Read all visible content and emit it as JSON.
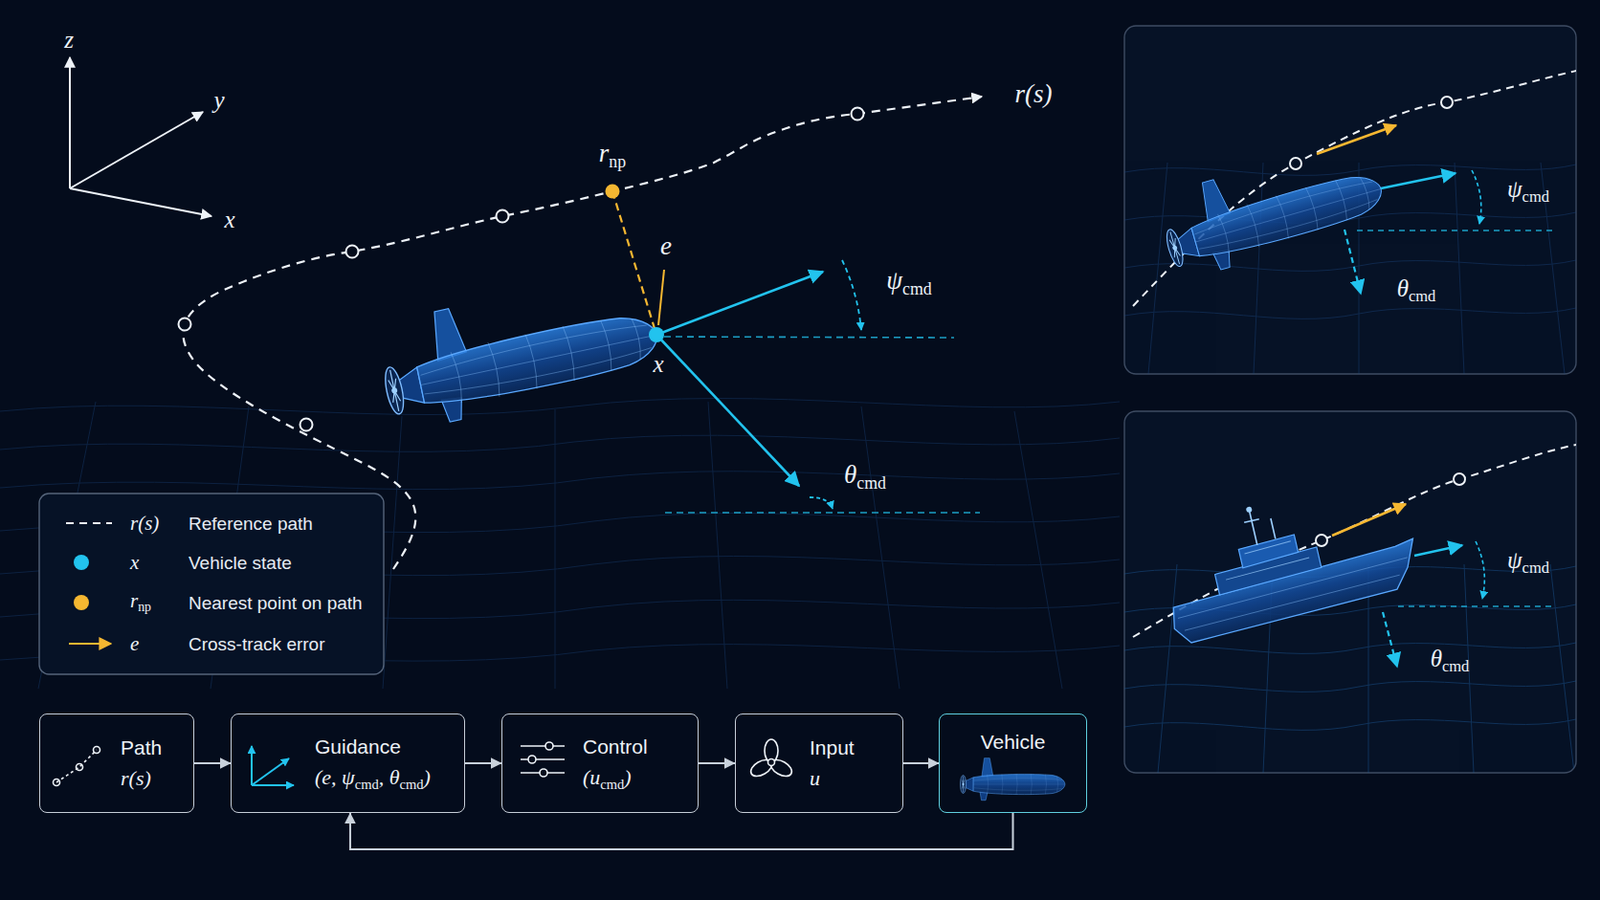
{
  "diagram": {
    "nodes": [
      {
        "text": [
          "Path",
          "r(s)"
        ]
      },
      {
        "text": [
          "Guidance",
          "(e, ψcmd, θcmd)"
        ]
      },
      {
        "text": [
          "Control",
          "(ucmd)"
        ]
      },
      {
        "text": [
          "Input",
          "u"
        ]
      },
      {
        "text": [
          "Vehicle"
        ]
      }
    ],
    "edges": [
      {
        "from": 0,
        "to": 1,
        "arrow": "to"
      },
      {
        "from": 1,
        "to": 2,
        "arrow": "to"
      },
      {
        "from": 2,
        "to": 3,
        "arrow": "to"
      },
      {
        "from": 3,
        "to": 4,
        "arrow": "to"
      },
      {
        "from": 4,
        "to": 1,
        "arrow": "to"
      }
    ],
    "labels": [
      "z",
      "y",
      "x",
      "r(s)",
      "rnp",
      "e",
      "x",
      "ψcmd",
      "θcmd",
      "r(s)",
      "x",
      "rnp",
      "e",
      "ψcmd",
      "θcmd",
      "ψcmd",
      "θcmd"
    ],
    "legend": [
      {
        "text": "Reference path"
      },
      {
        "text": "Vehicle state",
        "color": "#22c3ee"
      },
      {
        "text": "Nearest point on path",
        "color": "#f5b731"
      },
      {
        "text": "Cross-track error"
      }
    ]
  }
}
